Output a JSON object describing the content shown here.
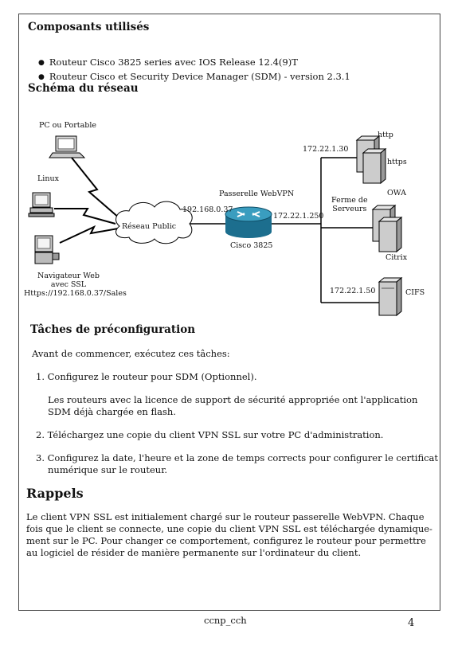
{
  "section_components": {
    "title": "Composants utilisés",
    "items": [
      "Routeur Cisco 3825 series avec IOS Release 12.4(9)T",
      "Routeur Cisco et Security Device Manager (SDM) - version 2.3.1"
    ]
  },
  "section_schema": {
    "title": "Schéma du réseau",
    "labels": {
      "pc": "PC ou Portable",
      "linux": "Linux",
      "browser_line1": "Navigateur Web",
      "browser_line2": "avec SSL",
      "browser_line3": "Https://192.168.0.37/Sales",
      "cloud": "Réseau Public",
      "gateway": "Passerelle WebVPN",
      "ip_outside": "192.168.0.37",
      "ip_inside": "172.22.1.250",
      "router_model": "Cisco 3825",
      "farm_line1": "Ferme de",
      "farm_line2": "Serveurs",
      "ip_web": "172.22.1.30",
      "http": "http",
      "https": "https",
      "owa": "OWA",
      "citrix": "Citrix",
      "ip_cifs": "172.22.1.50",
      "cifs": "CIFS"
    }
  },
  "section_tasks": {
    "title": "Tâches de préconfiguration",
    "intro": "Avant de commencer, exécutez ces tâches:",
    "task1": "1.  Configurez le routeur pour SDM (Optionnel).",
    "task1_note_line1": "Les routeurs avec la licence de support de sécurité appropriée ont l'application",
    "task1_note_line2": "SDM déjà chargée en flash.",
    "task2": "2.  Téléchargez une copie du client VPN SSL sur votre PC d'administration.",
    "task3_line1": "3.  Configurez la date, l'heure et la zone de temps corrects pour configurer le certificat",
    "task3_line2": "numérique sur le routeur."
  },
  "section_rappels": {
    "title": "Rappels",
    "lines": [
      "Le client VPN SSL est initialement chargé sur le routeur passerelle WebVPN. Chaque",
      "fois que le client se connecte, une copie du client VPN SSL est téléchargée dynamique-",
      "ment sur le PC. Pour changer ce comportement, configurez le routeur pour permettre",
      "au logiciel de résider de manière permanente sur l'ordinateur du client."
    ]
  },
  "footer": {
    "center": "ccnp_cch",
    "page_number": "4"
  }
}
